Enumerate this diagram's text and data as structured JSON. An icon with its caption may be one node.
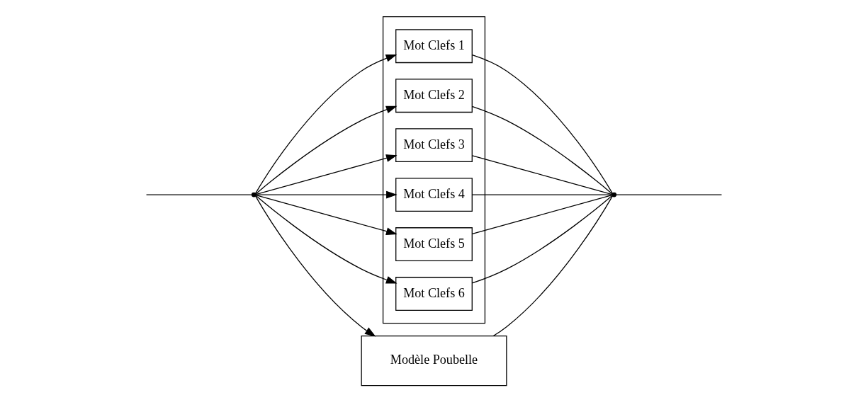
{
  "diagram": {
    "nodes": [
      {
        "text": [],
        "shape": "box"
      },
      {
        "text": [
          "Mot Clefs 1"
        ],
        "in": 0
      },
      {
        "text": [
          "Mot Clefs 2"
        ],
        "in": 0
      },
      {
        "text": [
          "Mot Clefs 3"
        ],
        "in": 0
      },
      {
        "text": [
          "Mot Clefs 4"
        ],
        "in": 0
      },
      {
        "text": [
          "Mot Clefs 5"
        ],
        "in": 0
      },
      {
        "text": [
          "Mot Clefs 6"
        ],
        "in": 0
      },
      {
        "text": [
          "Modèle Poubelle"
        ]
      },
      {
        "text": [],
        "shape": "point"
      },
      {
        "text": [],
        "shape": "point"
      }
    ],
    "edges": [
      {
        "from": null,
        "to": 8,
        "arrow": "none"
      },
      {
        "from": 8,
        "to": 1,
        "arrow": "to"
      },
      {
        "from": 8,
        "to": 2,
        "arrow": "to"
      },
      {
        "from": 8,
        "to": 3,
        "arrow": "to"
      },
      {
        "from": 8,
        "to": 4,
        "arrow": "to"
      },
      {
        "from": 8,
        "to": 5,
        "arrow": "to"
      },
      {
        "from": 8,
        "to": 6,
        "arrow": "to"
      },
      {
        "from": 8,
        "to": 7,
        "arrow": "to"
      },
      {
        "from": 1,
        "to": 9,
        "arrow": "none"
      },
      {
        "from": 2,
        "to": 9,
        "arrow": "none"
      },
      {
        "from": 3,
        "to": 9,
        "arrow": "none"
      },
      {
        "from": 4,
        "to": 9,
        "arrow": "none"
      },
      {
        "from": 5,
        "to": 9,
        "arrow": "none"
      },
      {
        "from": 6,
        "to": 9,
        "arrow": "none"
      },
      {
        "from": 7,
        "to": 9,
        "arrow": "none"
      },
      {
        "from": 9,
        "to": null,
        "arrow": "none"
      }
    ]
  }
}
